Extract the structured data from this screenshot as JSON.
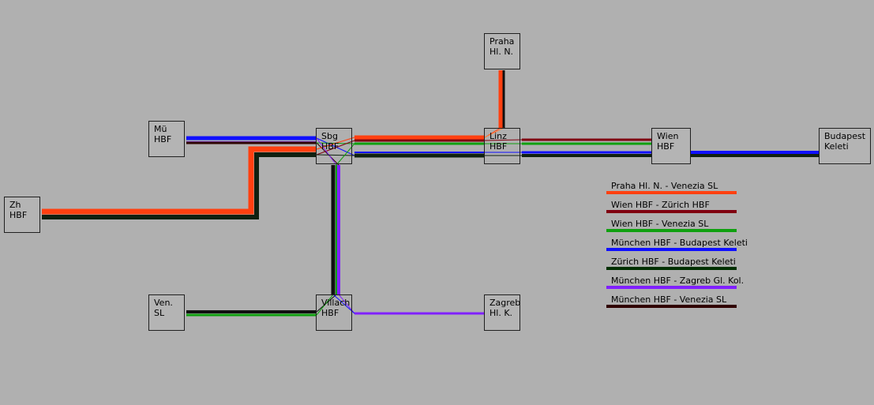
{
  "stations": {
    "zh": {
      "line1": "Zh",
      "line2": "HBF"
    },
    "mu": {
      "line1": "Mü",
      "line2": "HBF"
    },
    "sbg": {
      "line1": "Sbg",
      "line2": "HBF"
    },
    "linz": {
      "line1": "Linz",
      "line2": "HBF"
    },
    "praha": {
      "line1": "Praha",
      "line2": "Hl. N."
    },
    "wien": {
      "line1": "Wien",
      "line2": "HBF"
    },
    "budapest": {
      "line1": "Budapest",
      "line2": "Keleti"
    },
    "ven": {
      "line1": "Ven.",
      "line2": "SL"
    },
    "villach": {
      "line1": "Villach",
      "line2": "HBF"
    },
    "zagreb": {
      "line1": "Zagreb",
      "line2": "Hl. K."
    }
  },
  "routes": [
    {
      "name": "Praha Hl. N. - Venezia SL",
      "color": "#ff4010"
    },
    {
      "name": "Wien HBF - Zürich HBF",
      "color": "#800010"
    },
    {
      "name": "Wien HBF - Venezia SL",
      "color": "#10a010"
    },
    {
      "name": "München HBF - Budapest Keleti",
      "color": "#1010ff"
    },
    {
      "name": "Zürich HBF - Budapest Keleti",
      "color": "#003000"
    },
    {
      "name": "München HBF - Zagreb Gl. Kol.",
      "color": "#8020ff"
    },
    {
      "name": "München HBF - Venezia SL",
      "color": "#300000"
    }
  ]
}
